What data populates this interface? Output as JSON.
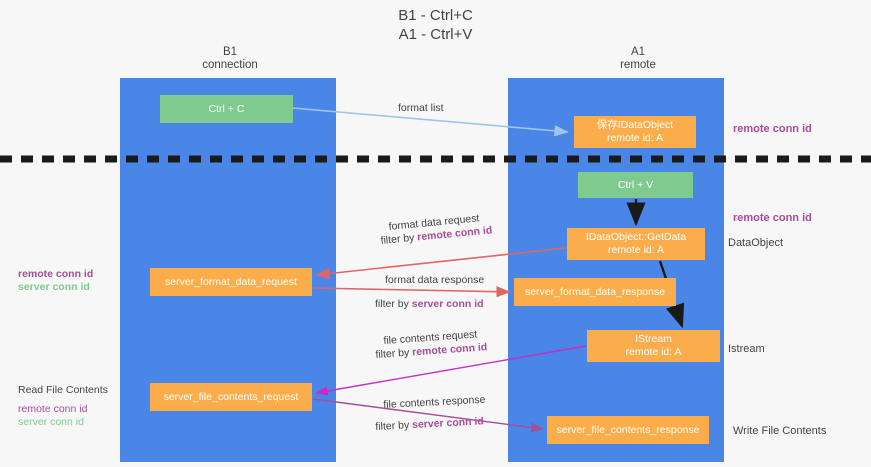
{
  "title": "B1 - Ctrl+C\nA1 - Ctrl+V",
  "columns": {
    "left": {
      "name": "B1",
      "role": "connection",
      "header": "B1\nconnection"
    },
    "right": {
      "name": "A1",
      "role": "remote",
      "header": "A1\nremote"
    }
  },
  "colors": {
    "lane": "#4a86e8",
    "box_green": "#7fcb8f",
    "box_orange": "#fbad4b",
    "accent_purple": "#a64d9a",
    "accent_green": "#7fcb8f",
    "arrow_lightblue": "#9fc5e8",
    "arrow_red": "#e06666",
    "arrow_magenta": "#c42ec4",
    "arrow_purple": "#a64d9a",
    "arrow_black": "#1a1a1a",
    "background": "#f7f7f7",
    "text": "#434343"
  },
  "boxes": {
    "ctrl_c": "Ctrl + C",
    "idataobject": "保存IDataObject\nremote id: A",
    "ctrl_v": "Ctrl + V",
    "getdata": "IDataObject::GetData\nremote id: A",
    "server_format_data_request": "server_format_data_request",
    "server_format_data_response": "server_format_data_response",
    "istream": "IStream\nremote id: A",
    "server_file_contents_request": "server_file_contents_request",
    "server_file_contents_response": "server_file_contents_response"
  },
  "captions": {
    "format_list": "format list",
    "format_data_request": "format data request",
    "format_data_request_filter_prefix": "filter by ",
    "format_data_request_filter_key": "remote conn id",
    "format_data_response": "format data response",
    "format_data_response_filter_prefix": "filter by ",
    "format_data_response_filter_key": "server conn id",
    "file_contents_request": "file contents request",
    "file_contents_request_filter_prefix": "filter by ",
    "file_contents_request_filter_key": "remote conn id",
    "file_contents_response": "file contents response",
    "file_contents_response_filter_prefix": "filter by ",
    "file_contents_response_filter_key": "server conn id"
  },
  "side_labels": {
    "remote_conn_id_top": "remote conn id",
    "remote_conn_id_mid": "remote conn id",
    "dataobject": "DataObject",
    "istream": "Istream",
    "write_file_contents": "Write File Contents"
  },
  "left_labels": {
    "remote_conn_id": "remote conn id",
    "server_conn_id": "server conn id",
    "read_file_contents": "Read File Contents",
    "remote_conn_id_2": "remote conn id",
    "server_conn_id_2": "server conn id"
  }
}
